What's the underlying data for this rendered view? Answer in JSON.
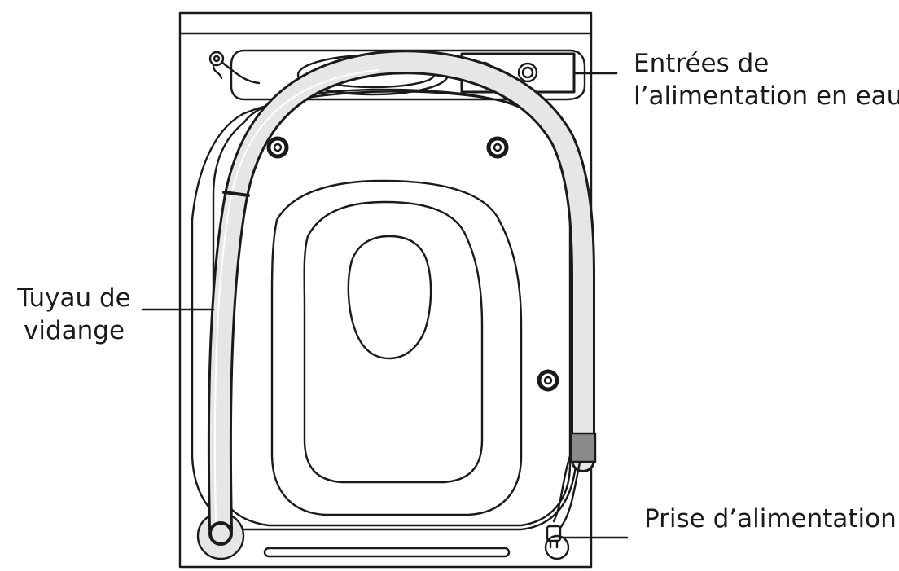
{
  "labels": {
    "water_inlets": {
      "line1": "Entrées de",
      "line2": "l’alimentation en eau"
    },
    "drain_hose": {
      "line1": "Tuyau de",
      "line2": "vidange"
    },
    "power_plug": {
      "text": "Prise d’alimentation"
    }
  },
  "colors": {
    "ink": "#1a1a1a",
    "hose_fill": "#e6e6e6",
    "band": "#8a8a8a",
    "background": "#ffffff"
  }
}
